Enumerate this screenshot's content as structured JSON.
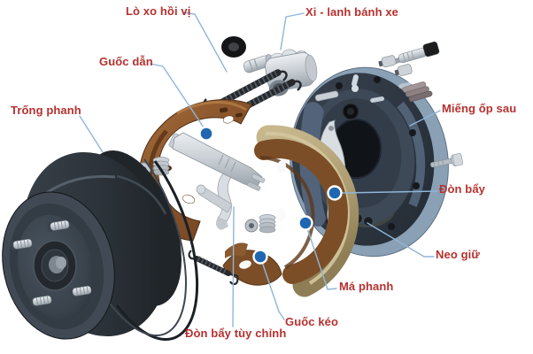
{
  "diagram": {
    "labels": [
      {
        "id": "lo-xo-hoi-vi",
        "text": "Lò xo hồi vị"
      },
      {
        "id": "xi-lanh-banh-xe",
        "text": "Xi - lanh bánh xe"
      },
      {
        "id": "guoc-dan",
        "text": "Guốc dẫn"
      },
      {
        "id": "trong-phanh",
        "text": "Trống phanh"
      },
      {
        "id": "mieng-op-sau",
        "text": "Miếng ốp sau"
      },
      {
        "id": "don-bay",
        "text": "Đòn bẩy"
      },
      {
        "id": "neo-giu",
        "text": "Neo giữ"
      },
      {
        "id": "ma-phanh",
        "text": "Má phanh"
      },
      {
        "id": "guoc-keo",
        "text": "Guốc kéo"
      },
      {
        "id": "don-bay-tuy-chinh",
        "text": "Đòn bẩy tùy chỉnh"
      }
    ],
    "colors": {
      "label_text": "#b5312f",
      "leader_line": "#8fb6d9",
      "marker_dot": "#1f67b1",
      "marker_ring": "#ffffff",
      "drum_body": "#2e353c",
      "shoe_copper": "#8a5430",
      "shoe_lining_tan": "#b5a478",
      "backing_plate": "#2c3540",
      "backing_plate_rim": "#8aa0b5",
      "hardware_silver": "#d7dce1"
    },
    "marker_count": 4
  }
}
